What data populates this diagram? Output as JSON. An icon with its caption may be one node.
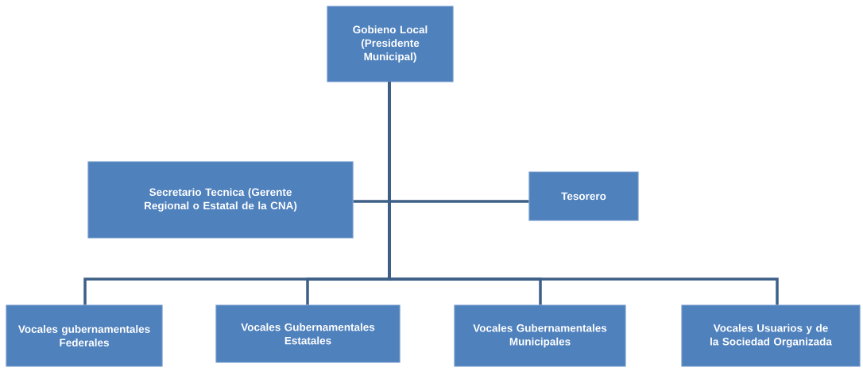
{
  "diagram": {
    "nodes": [
      {
        "text": [
          "Gobieno Local (Presidente Municipal)"
        ]
      },
      {
        "text": [
          "Secretario Tecnica (Gerente Regional o Estatal de la CNA)"
        ]
      },
      {
        "text": [
          "Tesorero"
        ]
      },
      {
        "text": [
          "Vocales gubernamentales Federales"
        ]
      },
      {
        "text": [
          "Vocales Gubernamentales Estatales"
        ]
      },
      {
        "text": [
          "Vocales Gubernamentales Municipales"
        ]
      },
      {
        "text": [
          "Vocales Usuarios y de la Sociedad Organizada"
        ]
      }
    ],
    "edges": [
      {
        "from": 0,
        "to": 1,
        "arrow": "none"
      },
      {
        "from": 0,
        "to": 2,
        "arrow": "none"
      },
      {
        "from": 0,
        "to": 3,
        "arrow": "none"
      },
      {
        "from": 0,
        "to": 4,
        "arrow": "none"
      },
      {
        "from": 0,
        "to": 5,
        "arrow": "none"
      },
      {
        "from": 0,
        "to": 6,
        "arrow": "none"
      }
    ]
  }
}
